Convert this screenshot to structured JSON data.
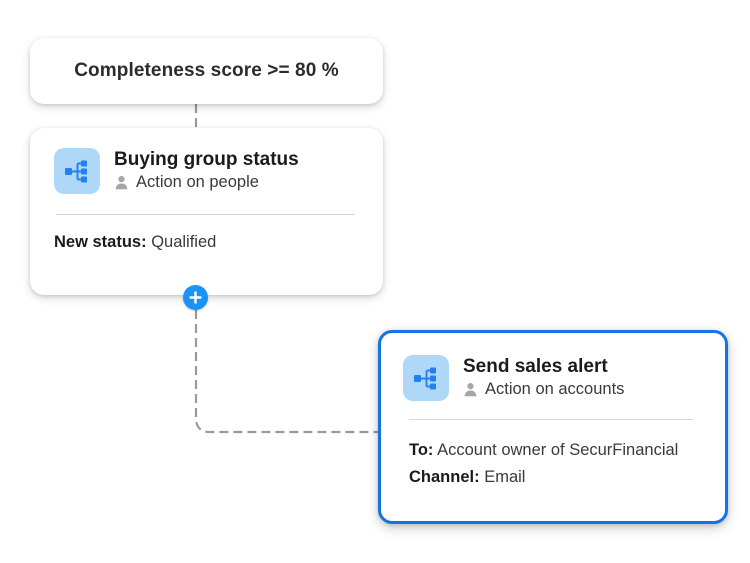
{
  "canvas": {
    "background": "#ffffff",
    "accent_blue": "#1473E6",
    "add_button_blue": "#1B93F5",
    "icon_tile_blue": "#AFD7F8",
    "icon_glyph_blue": "#2680EB",
    "connector_color": "#9a9a9a"
  },
  "nodes": {
    "condition": {
      "text": "Completeness score >= 80 %"
    },
    "action_people": {
      "icon": "hierarchy-icon",
      "title": "Buying group status",
      "audience_icon": "person-icon",
      "audience": "Action on people",
      "details": [
        {
          "label": "New status:",
          "value": "Qualified"
        }
      ]
    },
    "action_accounts": {
      "icon": "hierarchy-icon",
      "title": "Send sales alert",
      "audience_icon": "person-icon",
      "audience": "Action on accounts",
      "selected": true,
      "details": [
        {
          "label": "To:",
          "value": "Account owner of SecurFinancial"
        },
        {
          "label": "Channel:",
          "value": "Email"
        }
      ]
    }
  },
  "controls": {
    "add_step": {
      "icon": "plus-icon",
      "label": "+"
    }
  }
}
